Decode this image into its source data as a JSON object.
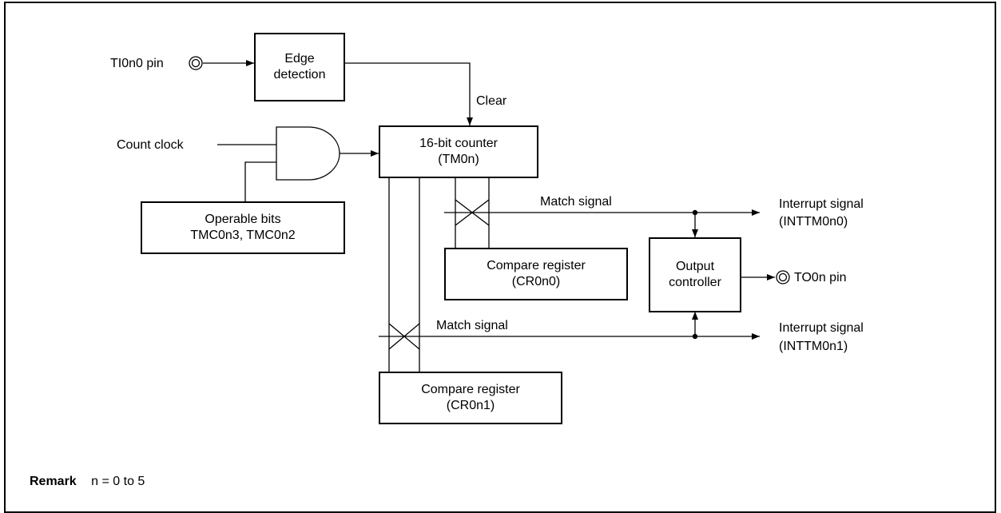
{
  "pins": {
    "input": "TI0n0 pin",
    "output": "TO0n pin"
  },
  "blocks": {
    "edge_detection": [
      "Edge",
      "detection"
    ],
    "counter": [
      "16-bit counter",
      "(TM0n)"
    ],
    "operable_bits": [
      "Operable bits",
      "TMC0n3, TMC0n2"
    ],
    "compare_cr0n0": [
      "Compare register",
      "(CR0n0)"
    ],
    "output_controller": [
      "Output",
      "controller"
    ],
    "compare_cr0n1": [
      "Compare register",
      "(CR0n1)"
    ]
  },
  "signals": {
    "clear": "Clear",
    "count_clock": "Count clock",
    "match_signal_1": "Match signal",
    "match_signal_2": "Match signal",
    "interrupt_1": [
      "Interrupt signal",
      "(INTTM0n0)"
    ],
    "interrupt_2": [
      "Interrupt signal",
      "(INTTM0n1)"
    ]
  },
  "remark": {
    "key": "Remark",
    "text": "n = 0 to 5"
  }
}
